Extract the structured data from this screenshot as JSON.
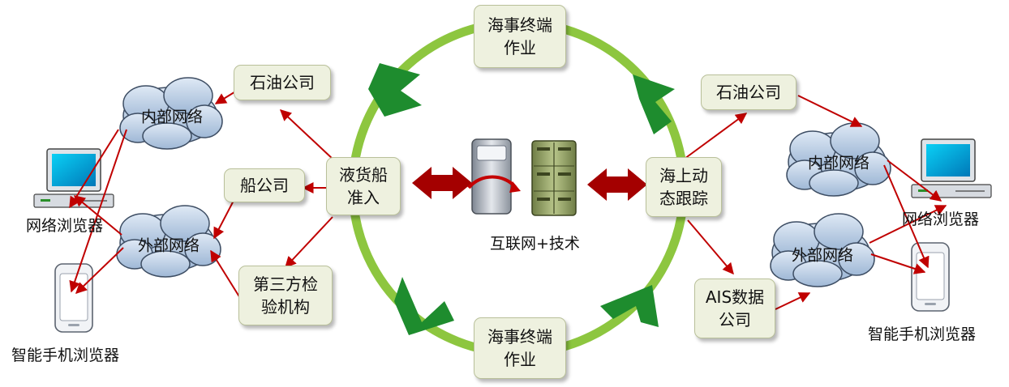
{
  "ring": {
    "top_node": "海事终端\n作业",
    "bottom_node": "海事终端\n作业",
    "left_node": "液货船\n准入",
    "right_node": "海上动\n态跟踪"
  },
  "center": {
    "label": "互联网+技术"
  },
  "left_side": {
    "oil_company": "石油公司",
    "ship_company": "船公司",
    "inspection": "第三方检\n验机构",
    "intranet": "内部网络",
    "extranet": "外部网络",
    "browser_label": "网络浏览器",
    "mobile_label": "智能手机浏览器"
  },
  "right_side": {
    "oil_company": "石油公司",
    "ais_company": "AIS数据\n公司",
    "intranet": "内部网络",
    "extranet": "外部网络",
    "browser_label": "网络浏览器",
    "mobile_label": "智能手机浏览器"
  },
  "colors": {
    "ring": "#8dc63f",
    "ring_arrow": "#1e8c2e",
    "link_arrow": "#c00000",
    "box_fill": "#eef1df",
    "cloud": "#b9cde4"
  }
}
